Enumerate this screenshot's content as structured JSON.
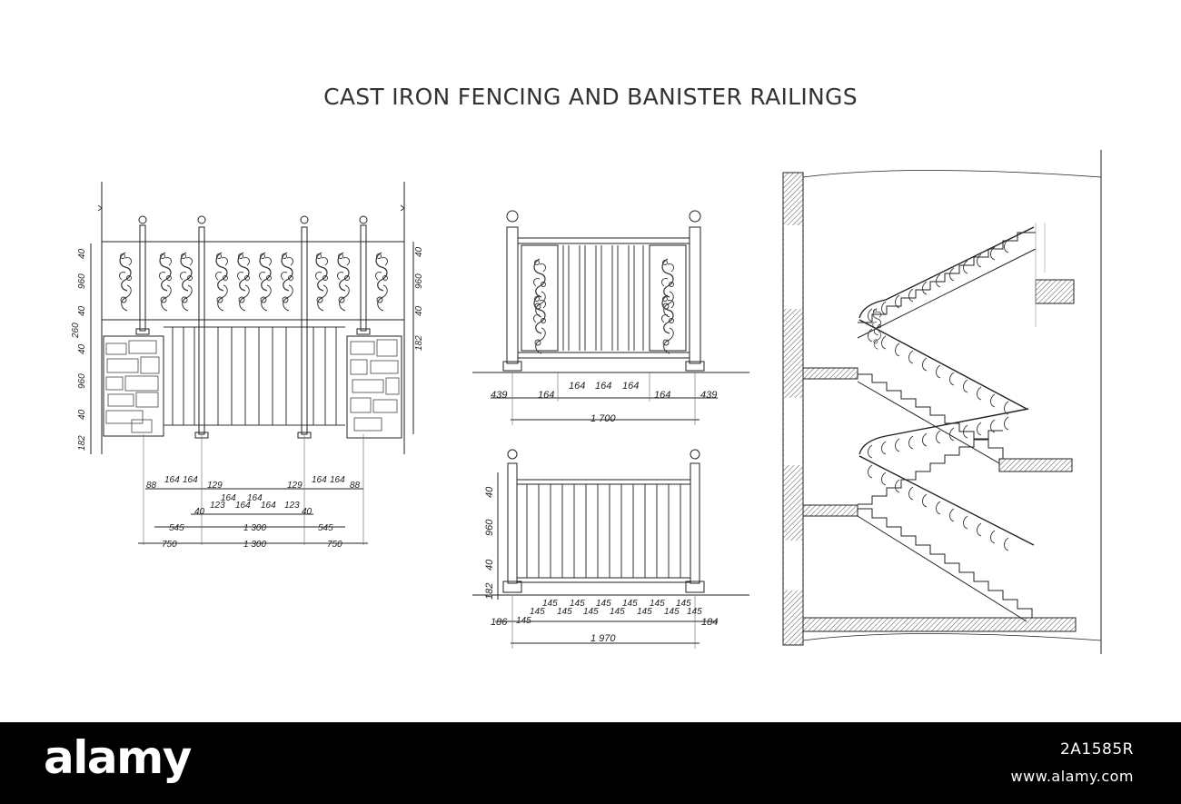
{
  "title": "CAST IRON FENCING AND BANISTER RAILINGS",
  "footer": {
    "logo": "alamy",
    "stock_id": "2A1585R",
    "url": "www.alamy.com"
  },
  "fence": {
    "vertical_dims_left": [
      "40",
      "960",
      "40",
      "260",
      "40",
      "960",
      "40",
      "182"
    ],
    "vertical_dims_right": [
      "40",
      "960",
      "40",
      "182"
    ],
    "row1": [
      "88",
      "164",
      "164",
      "129",
      "129",
      "164",
      "164",
      "88"
    ],
    "row2": [
      "123",
      "164",
      "164",
      "164",
      "164",
      "123"
    ],
    "row2_extra": [
      "40",
      "40"
    ],
    "row3": [
      "545",
      "1 300",
      "545"
    ],
    "row4": [
      "750",
      "1 300",
      "750"
    ]
  },
  "railing_a": {
    "dims_top": [
      "164",
      "164",
      "164"
    ],
    "dims_main": [
      "439",
      "164",
      "164",
      "439"
    ],
    "total": "1 700"
  },
  "railing_b": {
    "vertical_dims": [
      "40",
      "960",
      "40",
      "182"
    ],
    "dims_top": [
      "145",
      "145",
      "145",
      "145",
      "145",
      "145",
      "145"
    ],
    "dims_bottom": [
      "145",
      "145",
      "145",
      "145",
      "145",
      "145",
      "145"
    ],
    "end_left": "186",
    "end_right": "184",
    "total": "1 970"
  },
  "colors": {
    "ink": "#222222",
    "footer_bg": "#000000",
    "footer_text": "#ffffff"
  }
}
